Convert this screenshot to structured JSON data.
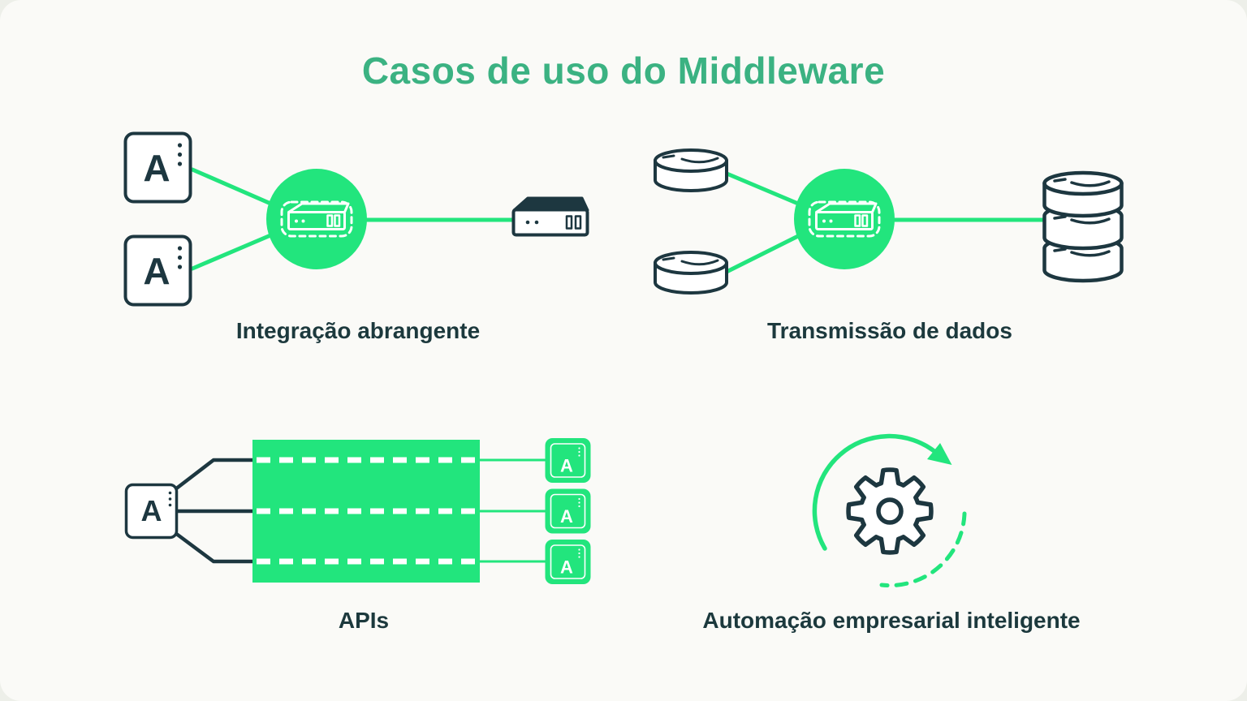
{
  "title": "Casos de uso do Middleware",
  "colors": {
    "green": "#22e57d",
    "title-green": "#3bb282",
    "dark": "#1d3740",
    "text": "#1c393d",
    "canvas": "#fafaf7",
    "outer": "#edefe9"
  },
  "quadrants": {
    "integration": {
      "label": "Integração abrangente",
      "apps": [
        {
          "letter": "A"
        },
        {
          "letter": "A"
        }
      ],
      "icons": [
        "app-icon",
        "middleware-hub-icon",
        "server-icon"
      ]
    },
    "transmission": {
      "label": "Transmissão de dados",
      "icons": [
        "disk-icon",
        "disk-icon",
        "middleware-hub-icon",
        "database-icon"
      ]
    },
    "apis": {
      "label": "APIs",
      "source_app": {
        "letter": "A"
      },
      "output_apps": [
        {
          "letter": "A"
        },
        {
          "letter": "A"
        },
        {
          "letter": "A"
        }
      ],
      "icons": [
        "app-icon",
        "api-pipeline-block",
        "app-icon",
        "app-icon",
        "app-icon"
      ]
    },
    "automation": {
      "label": "Automação empresarial inteligente",
      "icons": [
        "gear-icon",
        "refresh-cycle-arrow-icon"
      ]
    }
  }
}
